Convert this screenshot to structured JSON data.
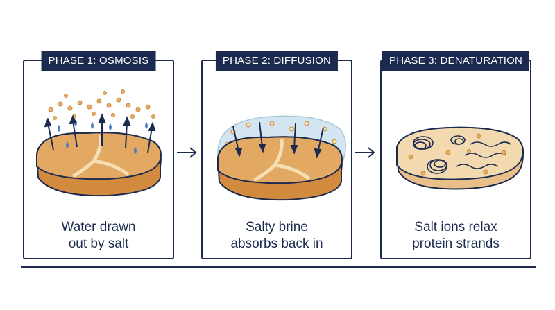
{
  "phases": [
    {
      "title": "PHASE 1: OSMOSIS",
      "caption_line1": "Water drawn",
      "caption_line2": "out by salt"
    },
    {
      "title": "PHASE 2: DIFFUSION",
      "caption_line1": "Salty brine",
      "caption_line2": "absorbs back in"
    },
    {
      "title": "PHASE 3: DENATURATION",
      "caption_line1": "Salt ions relax",
      "caption_line2": "protein strands"
    }
  ],
  "colors": {
    "navy": "#1b2a4e",
    "meat_top": "#e3a862",
    "meat_side": "#d18a3e",
    "fat": "#f6dfb4",
    "salt": "#e7b064",
    "water": "#4b7fc0",
    "brine": "#cfe3ef",
    "relaxed_meat": "#f3d9b0"
  }
}
